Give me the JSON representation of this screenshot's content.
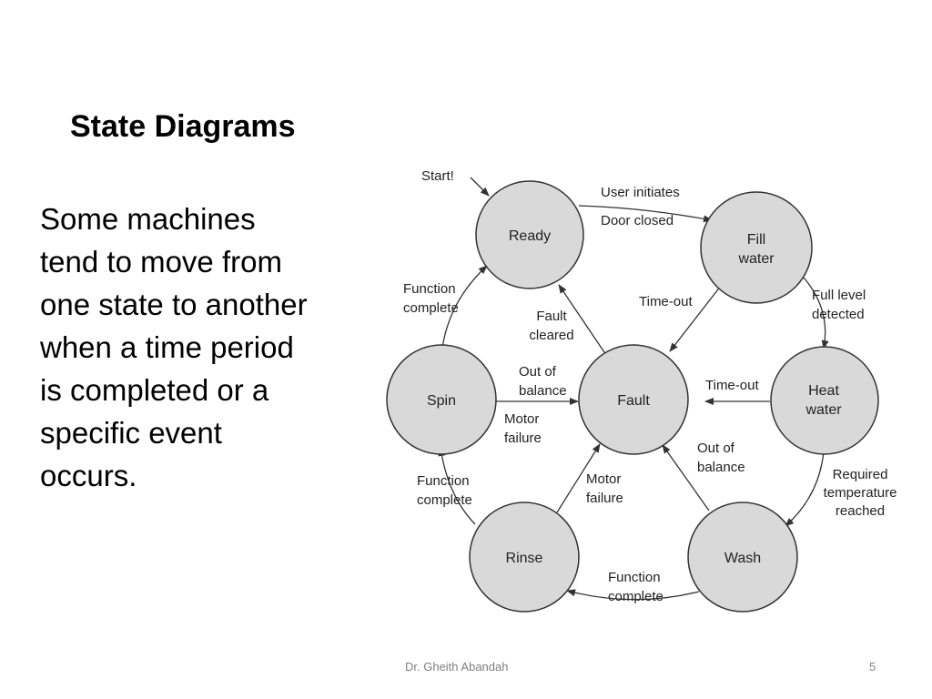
{
  "slide": {
    "title": "State Diagrams",
    "body_lines": [
      "Some machines",
      "tend to move from",
      "one state to another",
      "when a time period",
      "is completed or a",
      "specific event",
      "occurs."
    ],
    "footer_author": "Dr. Gheith Abandah",
    "page_number": "5"
  },
  "diagram": {
    "states": {
      "ready": [
        "Ready"
      ],
      "fill": [
        "Fill",
        "water"
      ],
      "heat": [
        "Heat",
        "water"
      ],
      "wash": [
        "Wash"
      ],
      "rinse": [
        "Rinse"
      ],
      "spin": [
        "Spin"
      ],
      "fault": [
        "Fault"
      ]
    },
    "transitions": {
      "start": [
        "Start!"
      ],
      "user_initiates": [
        "User initiates"
      ],
      "door_closed": [
        "Door closed"
      ],
      "full_level": [
        "Full level",
        "detected"
      ],
      "required_temp": [
        "Required",
        "temperature",
        "reached"
      ],
      "wash_function_complete": [
        "Function",
        "complete"
      ],
      "rinse_function_complete": [
        "Function",
        "complete"
      ],
      "spin_function_complete": [
        "Function",
        "complete"
      ],
      "fill_timeout": [
        "Time-out"
      ],
      "heat_timeout": [
        "Time-out"
      ],
      "fault_cleared": [
        "Fault",
        "cleared"
      ],
      "spin_out_of_balance": [
        "Out of",
        "balance"
      ],
      "spin_motor_failure": [
        "Motor",
        "failure"
      ],
      "wash_out_of_balance": [
        "Out of",
        "balance"
      ],
      "rinse_motor_failure": [
        "Motor",
        "failure"
      ]
    }
  },
  "colors": {
    "state_fill": "#d9d9d9",
    "state_stroke": "#333333",
    "footer_text": "#7f7f7f"
  }
}
